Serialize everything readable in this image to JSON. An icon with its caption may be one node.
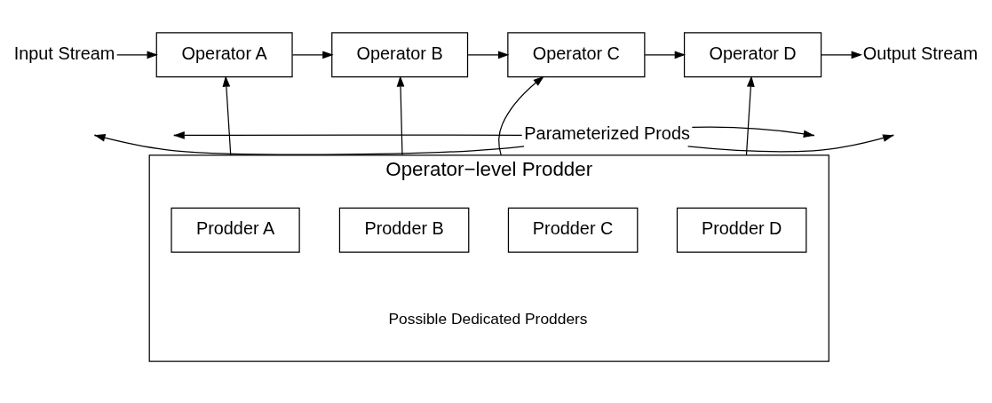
{
  "diagram": {
    "nodes": [
      {
        "text": [
          "Operator A"
        ]
      },
      {
        "text": [
          "Operator B"
        ]
      },
      {
        "text": [
          "Operator C"
        ]
      },
      {
        "text": [
          "Operator D"
        ]
      },
      {
        "text": [
          "Operator−level Prodder",
          "Possible Dedicated Prodders"
        ]
      },
      {
        "text": [
          "Prodder A"
        ],
        "in": 4
      },
      {
        "text": [
          "Prodder B"
        ],
        "in": 4
      },
      {
        "text": [
          "Prodder C"
        ],
        "in": 4
      },
      {
        "text": [
          "Prodder D"
        ],
        "in": 4
      },
      {
        "text": [
          "Input Stream"
        ]
      },
      {
        "text": [
          "Output Stream"
        ]
      },
      {
        "text": [
          "Parameterized Prods"
        ]
      }
    ],
    "edges": [
      {
        "from": 9,
        "to": 0,
        "arrow": "to"
      },
      {
        "from": 0,
        "to": 1,
        "arrow": "to"
      },
      {
        "from": 1,
        "to": 2,
        "arrow": "to"
      },
      {
        "from": 2,
        "to": 3,
        "arrow": "to"
      },
      {
        "from": 3,
        "to": 10,
        "arrow": "to"
      },
      {
        "from": 4,
        "to": 0,
        "arrow": "to"
      },
      {
        "from": 4,
        "to": 1,
        "arrow": "to"
      },
      {
        "from": 4,
        "to": 2,
        "arrow": "to"
      },
      {
        "from": 4,
        "to": 3,
        "arrow": "to"
      },
      {
        "from": 11,
        "to": null,
        "arrow": "to"
      },
      {
        "from": 11,
        "to": null,
        "arrow": "to"
      },
      {
        "from": 11,
        "to": null,
        "arrow": "to"
      },
      {
        "from": 11,
        "to": null,
        "arrow": "to"
      }
    ]
  }
}
